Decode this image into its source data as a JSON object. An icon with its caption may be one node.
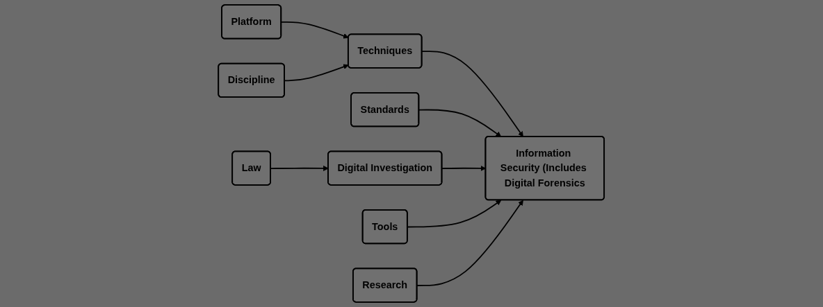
{
  "diagram": {
    "nodes": [
      {
        "text": [
          "Platform"
        ]
      },
      {
        "text": [
          "Techniques"
        ]
      },
      {
        "text": [
          "Discipline"
        ]
      },
      {
        "text": [
          "Standards"
        ]
      },
      {
        "text": [
          "Information Security (Includes Digital Forensics"
        ]
      },
      {
        "text": [
          "Digital Investigation"
        ]
      },
      {
        "text": [
          "Law"
        ]
      },
      {
        "text": [
          "Tools"
        ]
      },
      {
        "text": [
          "Research"
        ]
      }
    ],
    "edges": [
      {
        "from": 0,
        "to": 1,
        "arrow": "to"
      },
      {
        "from": 2,
        "to": 1,
        "arrow": "to"
      },
      {
        "from": 1,
        "to": 4,
        "arrow": "to"
      },
      {
        "from": 3,
        "to": 4,
        "arrow": "to"
      },
      {
        "from": 5,
        "to": 4,
        "arrow": "to"
      },
      {
        "from": 6,
        "to": 5,
        "arrow": "to"
      },
      {
        "from": 7,
        "to": 4,
        "arrow": "to"
      },
      {
        "from": 8,
        "to": 4,
        "arrow": "to"
      }
    ]
  }
}
